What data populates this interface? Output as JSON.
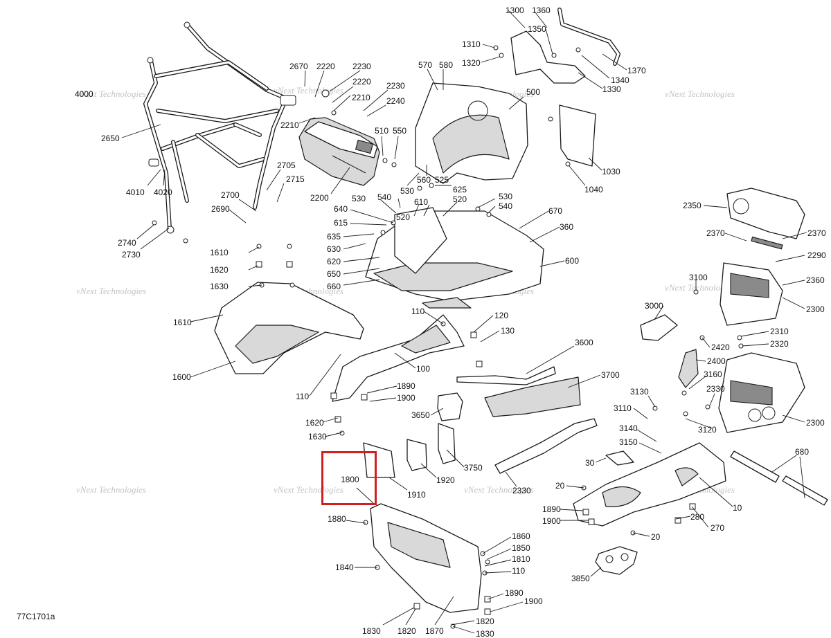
{
  "drawing_code": "77C1701a",
  "watermark_text": [
    "vNext",
    "Technologies",
    "vNext Technologies"
  ],
  "highlight": {
    "label": "1800",
    "color": "#d11f1f"
  },
  "callouts": [
    "4000",
    "2650",
    "4010",
    "4020",
    "2740",
    "2730",
    "2670",
    "2220",
    "2230",
    "2220",
    "2210",
    "2230",
    "2240",
    "2210",
    "2705",
    "2715",
    "2700",
    "2690",
    "2200",
    "570",
    "580",
    "500",
    "510",
    "550",
    "530",
    "560",
    "525",
    "625",
    "520",
    "530",
    "540",
    "610",
    "520",
    "530",
    "540",
    "640",
    "615",
    "635",
    "630",
    "620",
    "650",
    "660",
    "670",
    "360",
    "600",
    "1300",
    "1360",
    "1350",
    "1310",
    "1320",
    "1370",
    "1340",
    "1330",
    "1030",
    "1040",
    "2350",
    "2370",
    "2370",
    "2290",
    "2360",
    "2300",
    "3100",
    "3000",
    "2420",
    "2400",
    "3160",
    "2310",
    "2320",
    "2330",
    "2300",
    "3130",
    "3110",
    "3140",
    "3150",
    "3120",
    "30",
    "680",
    "10",
    "20",
    "1890",
    "1900",
    "280",
    "270",
    "20",
    "3850",
    "1610",
    "1620",
    "1630",
    "1610",
    "1600",
    "110",
    "120",
    "130",
    "100",
    "1890",
    "1900",
    "110",
    "1620",
    "1630",
    "3600",
    "3700",
    "3650",
    "3750",
    "1920",
    "1910",
    "2330",
    "1800",
    "1880",
    "1860",
    "1850",
    "1810",
    "110",
    "1840",
    "1890",
    "1900",
    "1820",
    "1830",
    "1830",
    "1820",
    "1870"
  ]
}
